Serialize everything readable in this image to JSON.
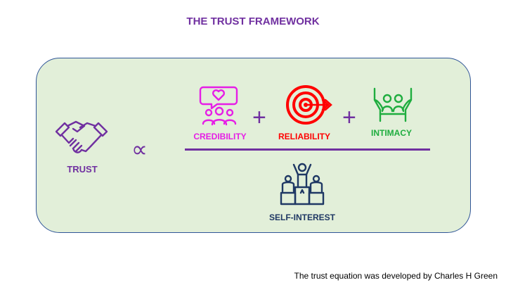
{
  "title": "THE TRUST FRAMEWORK",
  "trust": {
    "label": "TRUST",
    "color": "#7030a0",
    "icon": "handshake-icon"
  },
  "proportional_symbol": "∝",
  "plus_symbol": "+",
  "numerator": [
    {
      "label": "CREDIBILITY",
      "color": "#e61ee6",
      "icon": "speech-heart-people-icon"
    },
    {
      "label": "RELIABILITY",
      "color": "#ff0000",
      "icon": "target-arrow-icon"
    },
    {
      "label": "INTIMACY",
      "color": "#1fad3f",
      "icon": "caring-hands-icon"
    }
  ],
  "denominator": {
    "label": "SELF-INTEREST",
    "color": "#1f3864",
    "icon": "podium-winner-icon"
  },
  "footer": "The trust equation was developed by Charles H Green"
}
